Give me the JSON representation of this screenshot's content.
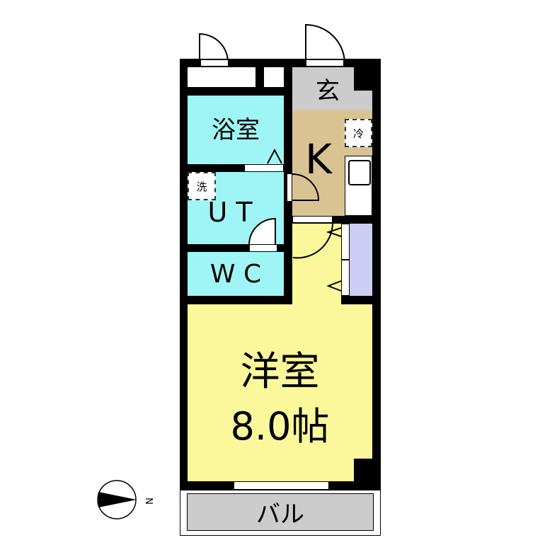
{
  "rooms": {
    "entrance": "玄",
    "bath": "浴室",
    "kitchen": "K",
    "utility": "U T",
    "toilet": "W C",
    "western_room_name": "洋室",
    "western_room_size": "8.0帖",
    "balcony": "バル"
  },
  "appliances": {
    "fridge": "冷",
    "washer": "洗"
  },
  "compass": {
    "north_label": "N"
  },
  "colors": {
    "wet": "#9ff5f5",
    "kitchen": "#d9c393",
    "entrance": "#cccccc",
    "room": "#fbf89c",
    "closet": "#ccccf5",
    "balcony": "#cccccc"
  }
}
